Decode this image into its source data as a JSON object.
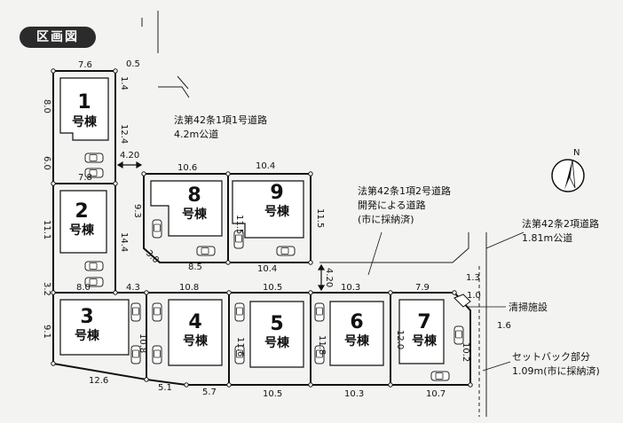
{
  "header": {
    "title": "区画図"
  },
  "lots": [
    {
      "num": "1",
      "label": "号棟"
    },
    {
      "num": "2",
      "label": "号棟"
    },
    {
      "num": "3",
      "label": "号棟"
    },
    {
      "num": "4",
      "label": "号棟"
    },
    {
      "num": "5",
      "label": "号棟"
    },
    {
      "num": "6",
      "label": "号棟"
    },
    {
      "num": "7",
      "label": "号棟"
    },
    {
      "num": "8",
      "label": "号棟"
    },
    {
      "num": "9",
      "label": "号棟"
    }
  ],
  "roads": {
    "road1": {
      "line1": "法第42条1項1号道路",
      "line2": "4.2m公道"
    },
    "road2": {
      "line1": "法第42条1項2号道路",
      "line2": "開発による道路",
      "line3": "(市に採納済)"
    },
    "road3": {
      "line1": "法第42条2項道路",
      "line2": "1.81m公道"
    }
  },
  "notes": {
    "cleaning": "清掃施設",
    "setback_line1": "セットバック部分",
    "setback_line2": "1.09m(市に採納済)"
  },
  "compass": {
    "north": "N"
  },
  "dimensions": {
    "d_7_6": "7.6",
    "d_0_5": "0.5",
    "d_1_4": "1.4",
    "d_8_0": "8.0",
    "d_12_4": "12.4",
    "d_4_20a": "4.20",
    "d_6_0": "6.0",
    "d_7_8": "7.8",
    "d_10_6a": "10.6",
    "d_10_4a": "10.4",
    "d_9_3": "9.3",
    "d_11_5a": "11.5",
    "d_11_5b": "11.5",
    "d_11_1": "11.1",
    "d_14_4": "14.4",
    "d_3_0": "3.0",
    "d_8_5": "8.5",
    "d_10_4b": "10.4",
    "d_4_20b": "4.20",
    "d_3_2": "3.2",
    "d_8_0b": "8.0",
    "d_4_3": "4.3",
    "d_10_8a": "10.8",
    "d_10_5a": "10.5",
    "d_10_3a": "10.3",
    "d_7_9": "7.9",
    "d_1_3": "1.3",
    "d_1_0": "1.0",
    "d_1_6": "1.6",
    "d_9_1": "9.1",
    "d_10_8b": "10.8",
    "d_11_6": "11.6",
    "d_11_8": "11.8",
    "d_12_0": "12.0",
    "d_10_2": "10.2",
    "d_12_6": "12.6",
    "d_5_1": "5.1",
    "d_5_7": "5.7",
    "d_10_5b": "10.5",
    "d_10_3b": "10.3",
    "d_10_7": "10.7"
  }
}
